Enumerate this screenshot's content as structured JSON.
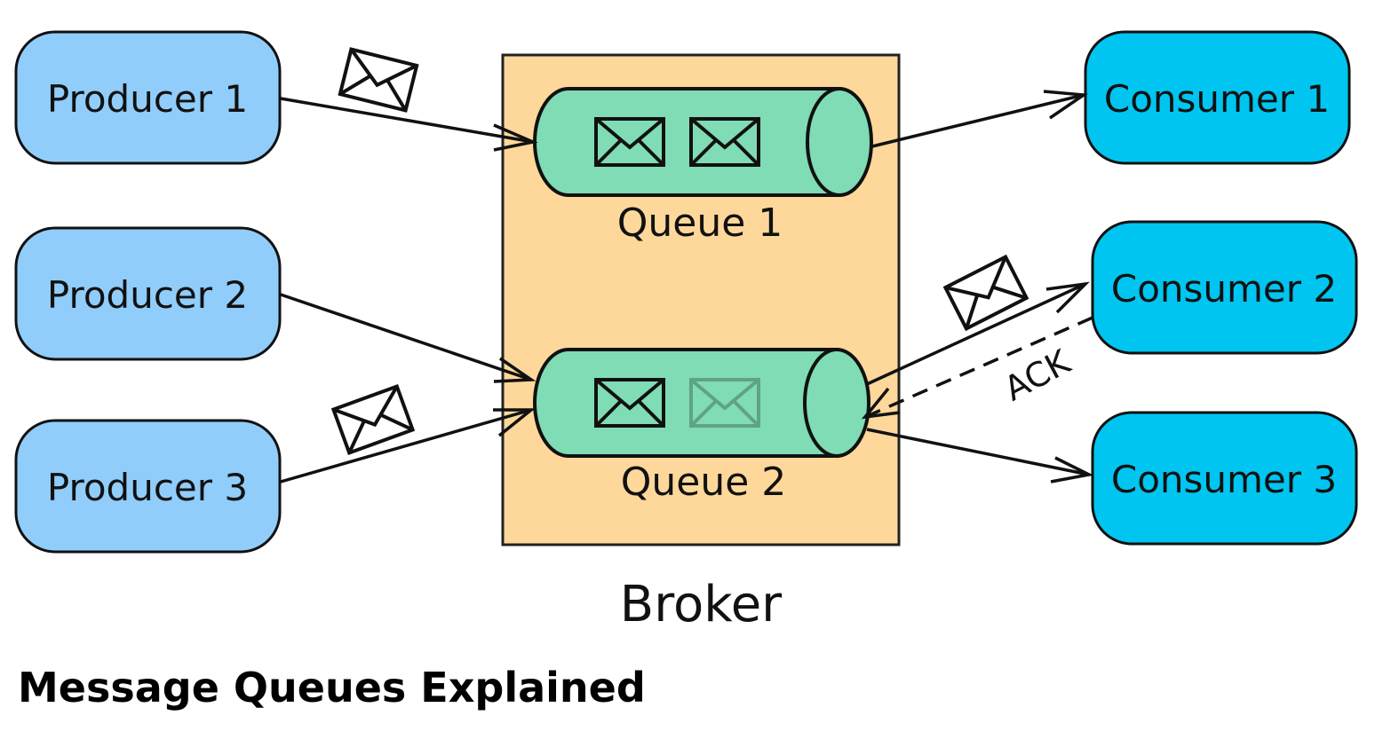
{
  "title": "Message Queues Explained",
  "broker": {
    "label": "Broker"
  },
  "producers": [
    {
      "label": "Producer 1"
    },
    {
      "label": "Producer 2"
    },
    {
      "label": "Producer 3"
    }
  ],
  "consumers": [
    {
      "label": "Consumer 1"
    },
    {
      "label": "Consumer 2"
    },
    {
      "label": "Consumer 3"
    }
  ],
  "queues": [
    {
      "label": "Queue 1",
      "messages_queued": 2,
      "messages_faded": 0
    },
    {
      "label": "Queue 2",
      "messages_queued": 1,
      "messages_faded": 1
    }
  ],
  "ack": {
    "label": "ACK"
  },
  "colors": {
    "producer": "#90cdfa",
    "consumer": "#00c5f0",
    "broker": "#fdd89a",
    "queue": "#7fdcb5",
    "stroke": "#111111"
  }
}
